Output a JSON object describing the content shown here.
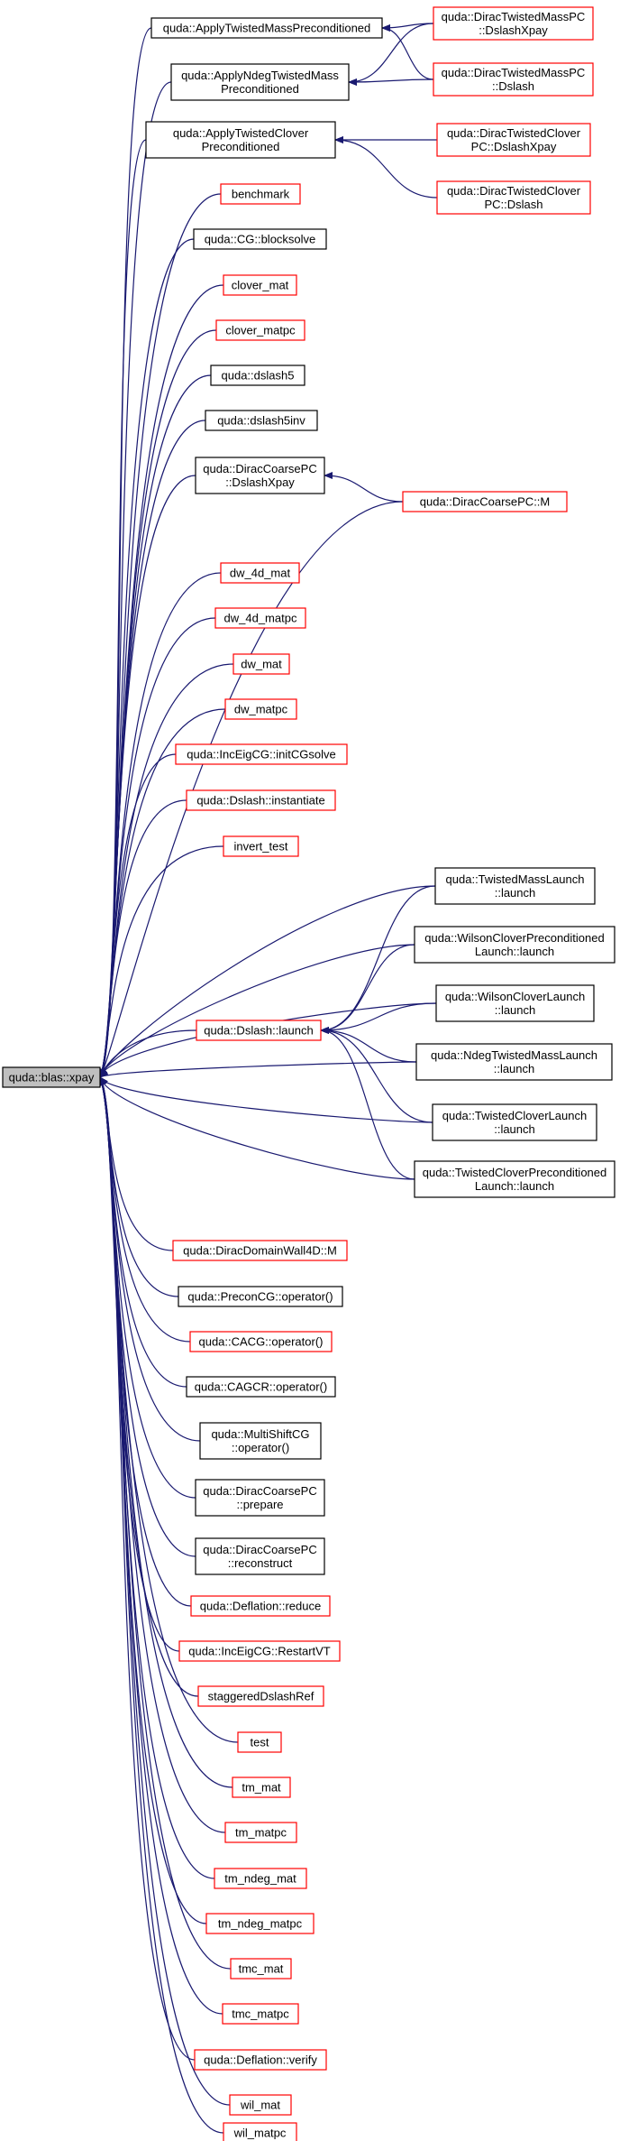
{
  "colors": {
    "edge": "#191970",
    "documented_border": "#000000",
    "undocumented_border": "#ff0000",
    "root_fill": "#bfbfbf",
    "node_fill": "#ffffff"
  },
  "root": {
    "id": "xpay",
    "label": "quda::blas::xpay"
  },
  "nodes": [
    {
      "id": "atmp",
      "lines": [
        "quda::ApplyTwistedMassPreconditioned"
      ],
      "status": "documented"
    },
    {
      "id": "dtmpx",
      "lines": [
        "quda::DiracTwistedMassPC",
        "::DslashXpay"
      ],
      "status": "undocumented"
    },
    {
      "id": "antmp",
      "lines": [
        "quda::ApplyNdegTwistedMass",
        "Preconditioned"
      ],
      "status": "documented"
    },
    {
      "id": "dtmpd",
      "lines": [
        "quda::DiracTwistedMassPC",
        "::Dslash"
      ],
      "status": "undocumented"
    },
    {
      "id": "atcp",
      "lines": [
        "quda::ApplyTwistedClover",
        "Preconditioned"
      ],
      "status": "documented"
    },
    {
      "id": "dtcpx",
      "lines": [
        "quda::DiracTwistedClover",
        "PC::DslashXpay"
      ],
      "status": "undocumented"
    },
    {
      "id": "dtcpd",
      "lines": [
        "quda::DiracTwistedClover",
        "PC::Dslash"
      ],
      "status": "undocumented"
    },
    {
      "id": "bench",
      "lines": [
        "benchmark"
      ],
      "status": "undocumented"
    },
    {
      "id": "cgbs",
      "lines": [
        "quda::CG::blocksolve"
      ],
      "status": "documented"
    },
    {
      "id": "clmat",
      "lines": [
        "clover_mat"
      ],
      "status": "undocumented"
    },
    {
      "id": "clmatpc",
      "lines": [
        "clover_matpc"
      ],
      "status": "undocumented"
    },
    {
      "id": "ds5",
      "lines": [
        "quda::dslash5"
      ],
      "status": "documented"
    },
    {
      "id": "ds5inv",
      "lines": [
        "quda::dslash5inv"
      ],
      "status": "documented"
    },
    {
      "id": "dcpcx",
      "lines": [
        "quda::DiracCoarsePC",
        "::DslashXpay"
      ],
      "status": "documented"
    },
    {
      "id": "dcpcm",
      "lines": [
        "quda::DiracCoarsePC::M"
      ],
      "status": "undocumented"
    },
    {
      "id": "dw4m",
      "lines": [
        "dw_4d_mat"
      ],
      "status": "undocumented"
    },
    {
      "id": "dw4mpc",
      "lines": [
        "dw_4d_matpc"
      ],
      "status": "undocumented"
    },
    {
      "id": "dwm",
      "lines": [
        "dw_mat"
      ],
      "status": "undocumented"
    },
    {
      "id": "dwmpc",
      "lines": [
        "dw_matpc"
      ],
      "status": "undocumented"
    },
    {
      "id": "iecg",
      "lines": [
        "quda::IncEigCG::initCGsolve"
      ],
      "status": "undocumented"
    },
    {
      "id": "dsinst",
      "lines": [
        "quda::Dslash::instantiate"
      ],
      "status": "undocumented"
    },
    {
      "id": "invt",
      "lines": [
        "invert_test"
      ],
      "status": "undocumented"
    },
    {
      "id": "tml",
      "lines": [
        "quda::TwistedMassLaunch",
        "::launch"
      ],
      "status": "documented"
    },
    {
      "id": "wcpl",
      "lines": [
        "quda::WilsonCloverPreconditioned",
        "Launch::launch"
      ],
      "status": "documented"
    },
    {
      "id": "wcl",
      "lines": [
        "quda::WilsonCloverLaunch",
        "::launch"
      ],
      "status": "documented"
    },
    {
      "id": "dsl",
      "lines": [
        "quda::Dslash::launch"
      ],
      "status": "undocumented"
    },
    {
      "id": "ntml",
      "lines": [
        "quda::NdegTwistedMassLaunch",
        "::launch"
      ],
      "status": "documented"
    },
    {
      "id": "tcl",
      "lines": [
        "quda::TwistedCloverLaunch",
        "::launch"
      ],
      "status": "documented"
    },
    {
      "id": "tcpl",
      "lines": [
        "quda::TwistedCloverPreconditioned",
        "Launch::launch"
      ],
      "status": "documented"
    },
    {
      "id": "ddw4",
      "lines": [
        "quda::DiracDomainWall4D::M"
      ],
      "status": "undocumented"
    },
    {
      "id": "pcg",
      "lines": [
        "quda::PreconCG::operator()"
      ],
      "status": "documented"
    },
    {
      "id": "cacg",
      "lines": [
        "quda::CACG::operator()"
      ],
      "status": "undocumented"
    },
    {
      "id": "cagcr",
      "lines": [
        "quda::CAGCR::operator()"
      ],
      "status": "documented"
    },
    {
      "id": "mscg",
      "lines": [
        "quda::MultiShiftCG",
        "::operator()"
      ],
      "status": "documented"
    },
    {
      "id": "dcpp",
      "lines": [
        "quda::DiracCoarsePC",
        "::prepare"
      ],
      "status": "documented"
    },
    {
      "id": "dcpr",
      "lines": [
        "quda::DiracCoarsePC",
        "::reconstruct"
      ],
      "status": "documented"
    },
    {
      "id": "defr",
      "lines": [
        "quda::Deflation::reduce"
      ],
      "status": "undocumented"
    },
    {
      "id": "iecgr",
      "lines": [
        "quda::IncEigCG::RestartVT"
      ],
      "status": "undocumented"
    },
    {
      "id": "sdr",
      "lines": [
        "staggeredDslashRef"
      ],
      "status": "undocumented"
    },
    {
      "id": "test",
      "lines": [
        "test"
      ],
      "status": "undocumented"
    },
    {
      "id": "tmm",
      "lines": [
        "tm_mat"
      ],
      "status": "undocumented"
    },
    {
      "id": "tmmpc",
      "lines": [
        "tm_matpc"
      ],
      "status": "undocumented"
    },
    {
      "id": "tmnm",
      "lines": [
        "tm_ndeg_mat"
      ],
      "status": "undocumented"
    },
    {
      "id": "tmnmpc",
      "lines": [
        "tm_ndeg_matpc"
      ],
      "status": "undocumented"
    },
    {
      "id": "tmcm",
      "lines": [
        "tmc_mat"
      ],
      "status": "undocumented"
    },
    {
      "id": "tmcmpc",
      "lines": [
        "tmc_matpc"
      ],
      "status": "undocumented"
    },
    {
      "id": "defv",
      "lines": [
        "quda::Deflation::verify"
      ],
      "status": "undocumented"
    },
    {
      "id": "wilm",
      "lines": [
        "wil_mat"
      ],
      "status": "undocumented"
    },
    {
      "id": "wilmpc",
      "lines": [
        "wil_matpc"
      ],
      "status": "undocumented"
    }
  ],
  "edges": [
    {
      "from": "atmp",
      "to": "xpay"
    },
    {
      "from": "antmp",
      "to": "xpay"
    },
    {
      "from": "atcp",
      "to": "xpay"
    },
    {
      "from": "bench",
      "to": "xpay"
    },
    {
      "from": "cgbs",
      "to": "xpay"
    },
    {
      "from": "clmat",
      "to": "xpay"
    },
    {
      "from": "clmatpc",
      "to": "xpay"
    },
    {
      "from": "ds5",
      "to": "xpay"
    },
    {
      "from": "ds5inv",
      "to": "xpay"
    },
    {
      "from": "dcpcx",
      "to": "xpay"
    },
    {
      "from": "dcpcm",
      "to": "xpay"
    },
    {
      "from": "dw4m",
      "to": "xpay"
    },
    {
      "from": "dw4mpc",
      "to": "xpay"
    },
    {
      "from": "dwm",
      "to": "xpay"
    },
    {
      "from": "dwmpc",
      "to": "xpay"
    },
    {
      "from": "iecg",
      "to": "xpay"
    },
    {
      "from": "dsinst",
      "to": "xpay"
    },
    {
      "from": "invt",
      "to": "xpay"
    },
    {
      "from": "tml",
      "to": "xpay"
    },
    {
      "from": "wcpl",
      "to": "xpay"
    },
    {
      "from": "wcl",
      "to": "xpay"
    },
    {
      "from": "dsl",
      "to": "xpay"
    },
    {
      "from": "ntml",
      "to": "xpay"
    },
    {
      "from": "tcl",
      "to": "xpay"
    },
    {
      "from": "tcpl",
      "to": "xpay"
    },
    {
      "from": "ddw4",
      "to": "xpay"
    },
    {
      "from": "pcg",
      "to": "xpay"
    },
    {
      "from": "cacg",
      "to": "xpay"
    },
    {
      "from": "cagcr",
      "to": "xpay"
    },
    {
      "from": "mscg",
      "to": "xpay"
    },
    {
      "from": "dcpp",
      "to": "xpay"
    },
    {
      "from": "dcpr",
      "to": "xpay"
    },
    {
      "from": "defr",
      "to": "xpay"
    },
    {
      "from": "iecgr",
      "to": "xpay"
    },
    {
      "from": "sdr",
      "to": "xpay"
    },
    {
      "from": "test",
      "to": "xpay"
    },
    {
      "from": "tmm",
      "to": "xpay"
    },
    {
      "from": "tmmpc",
      "to": "xpay"
    },
    {
      "from": "tmnm",
      "to": "xpay"
    },
    {
      "from": "tmnmpc",
      "to": "xpay"
    },
    {
      "from": "tmcm",
      "to": "xpay"
    },
    {
      "from": "tmcmpc",
      "to": "xpay"
    },
    {
      "from": "defv",
      "to": "xpay"
    },
    {
      "from": "wilm",
      "to": "xpay"
    },
    {
      "from": "wilmpc",
      "to": "xpay"
    },
    {
      "from": "dtmpx",
      "to": "atmp"
    },
    {
      "from": "dtmpd",
      "to": "atmp"
    },
    {
      "from": "dtmpx",
      "to": "antmp"
    },
    {
      "from": "dtmpd",
      "to": "antmp"
    },
    {
      "from": "dtcpx",
      "to": "atcp"
    },
    {
      "from": "dtcpd",
      "to": "atcp"
    },
    {
      "from": "dcpcm",
      "to": "dcpcx"
    },
    {
      "from": "tml",
      "to": "dsl"
    },
    {
      "from": "wcpl",
      "to": "dsl"
    },
    {
      "from": "wcl",
      "to": "dsl"
    },
    {
      "from": "ntml",
      "to": "dsl"
    },
    {
      "from": "tcl",
      "to": "dsl"
    },
    {
      "from": "tcpl",
      "to": "dsl"
    }
  ]
}
